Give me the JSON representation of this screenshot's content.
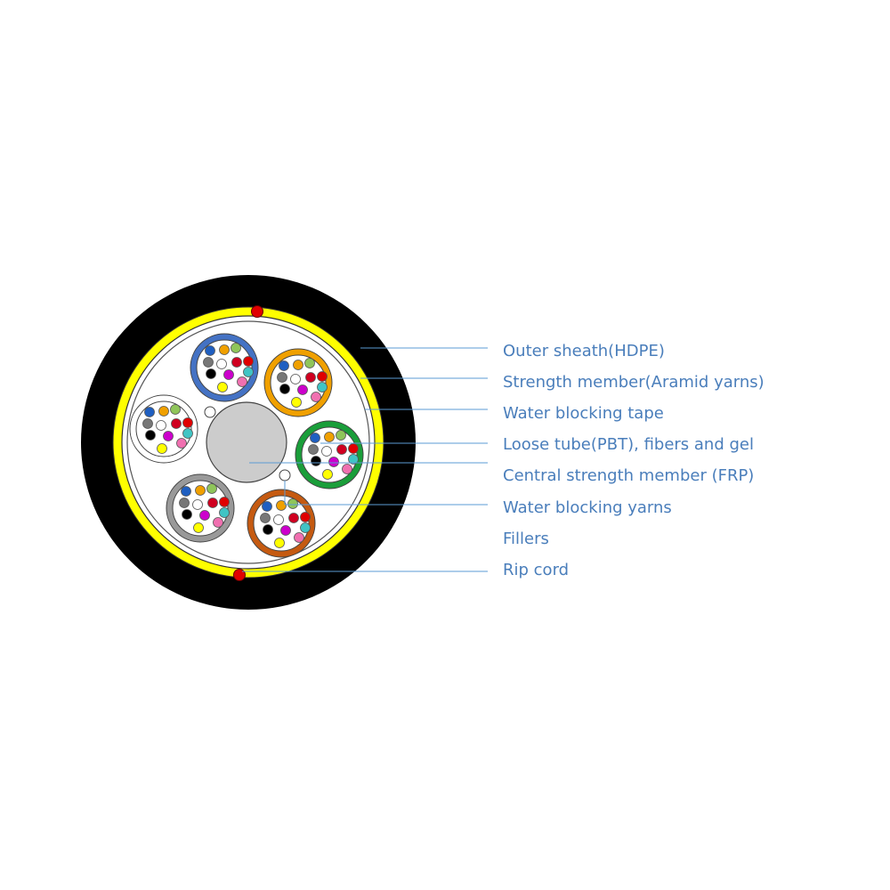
{
  "colors": {
    "outer_sheath": "#000000",
    "aramid_layer": "#ffff00",
    "rip_cord": "#e00000",
    "leader_line": "#5b9bd5",
    "label_text": "#4a7ebb",
    "core_fill": "#ffffff",
    "central_member": "#cccccc",
    "tube_colors": [
      "#4472c4",
      "#f0a000",
      "#ffffff",
      "#1a9e3a",
      "#999999",
      "#c55a11"
    ]
  },
  "fiber_colors": [
    "#1f5fc1",
    "#f0a000",
    "#8fc55a",
    "#777777",
    "#ffffff",
    "#e00000",
    "#d00020",
    "#000000",
    "#cc00cc",
    "#40c4c4",
    "#ffff00",
    "#f070b0"
  ],
  "labels": [
    {
      "text": "Outer sheath(HDPE)"
    },
    {
      "text": "Strength member(Aramid yarns)"
    },
    {
      "text": "Water blocking tape"
    },
    {
      "text": "Loose tube(PBT), fibers and gel"
    },
    {
      "text": "Central strength member (FRP)"
    },
    {
      "text": "Water blocking yarns"
    },
    {
      "text": "Fillers"
    },
    {
      "text": "Rip cord"
    }
  ]
}
